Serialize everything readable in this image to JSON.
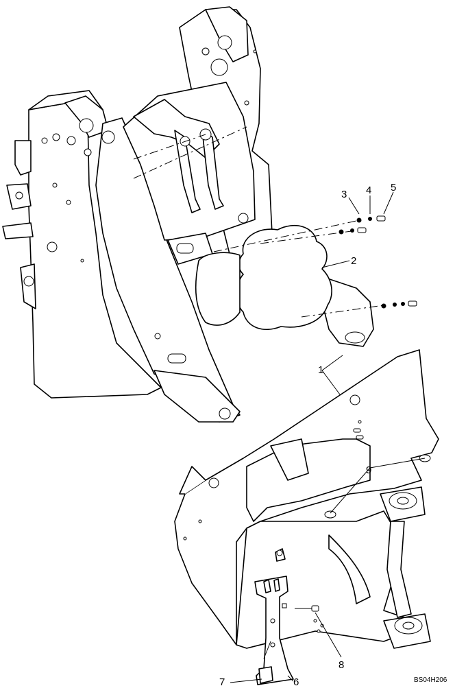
{
  "callouts": [
    "1",
    "2",
    "3",
    "4",
    "5",
    "6",
    "7",
    "8",
    "9"
  ],
  "drawing_code": "BS04H206"
}
